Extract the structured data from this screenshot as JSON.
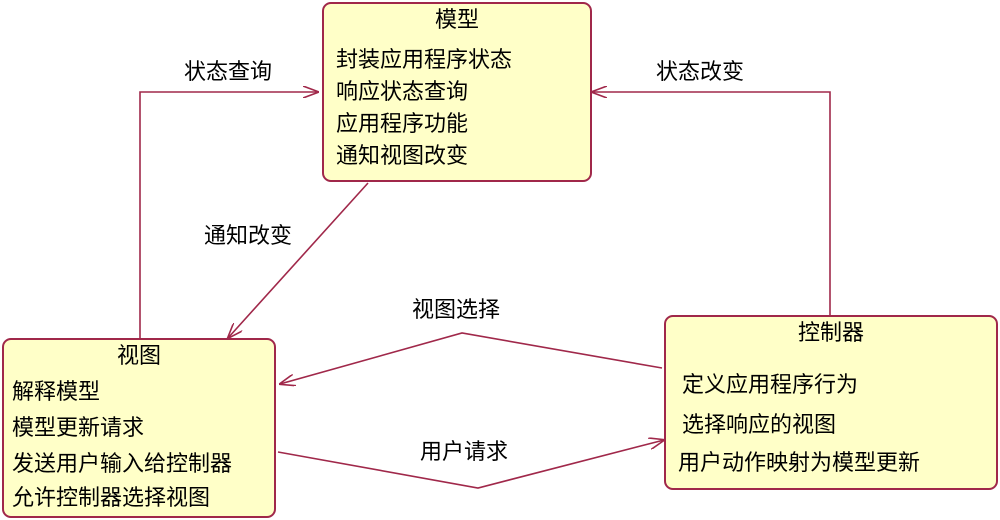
{
  "colors": {
    "box_fill": "#ffffc8",
    "box_border": "#a0284a",
    "arrow": "#a0284a"
  },
  "nodes": {
    "model": {
      "title": "模型",
      "lines": [
        "封装应用程序状态",
        "响应状态查询",
        "应用程序功能",
        "通知视图改变"
      ]
    },
    "view": {
      "title": "视图",
      "lines": [
        "解释模型",
        "模型更新请求",
        "发送用户输入给控制器",
        "允许控制器选择视图"
      ]
    },
    "controller": {
      "title": "控制器",
      "lines": [
        "定义应用程序行为",
        "选择响应的视图",
        "用户动作映射为模型更新"
      ]
    }
  },
  "edges": {
    "state_query": "状态查询",
    "state_change": "状态改变",
    "notify_change": "通知改变",
    "view_select": "视图选择",
    "user_request": "用户请求"
  }
}
